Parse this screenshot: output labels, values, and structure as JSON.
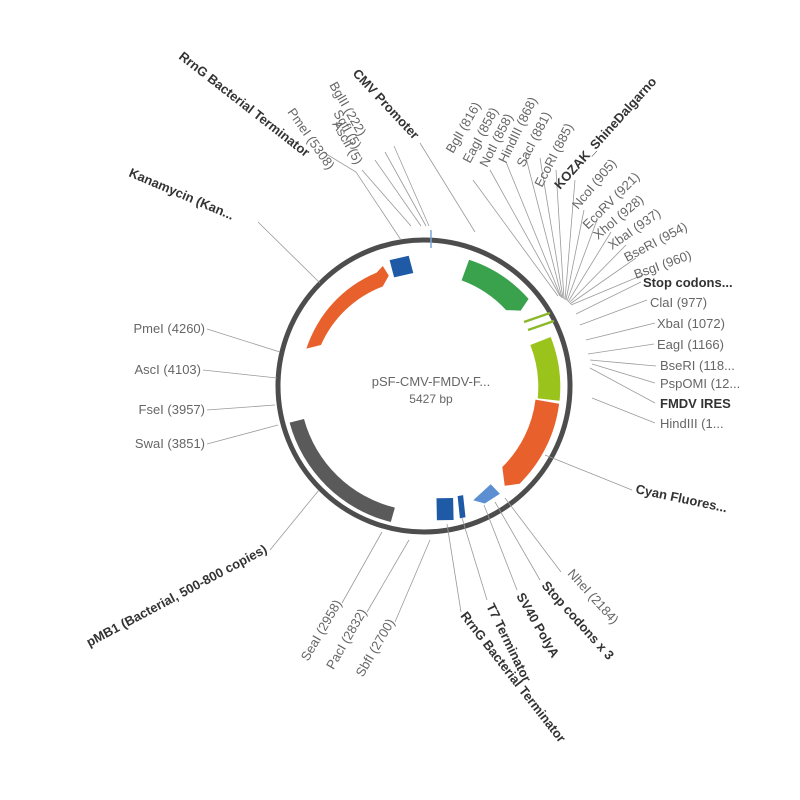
{
  "plasmid": {
    "name": "pSF-CMV-FMDV-F...",
    "size": "5427 bp",
    "backbone_color": "#4d4d4d"
  },
  "features": [
    {
      "id": "cmv-promoter",
      "color": "#3aa14d"
    },
    {
      "id": "kozak-tick-1",
      "color": "#8cb82b"
    },
    {
      "id": "kozak-tick-2",
      "color": "#8cb82b"
    },
    {
      "id": "fmdv-ires",
      "color": "#9ac31c"
    },
    {
      "id": "cyan-fluores",
      "color": "#e8612c"
    },
    {
      "id": "sv40-polya",
      "color": "#5b8fd1"
    },
    {
      "id": "t7-terminator",
      "color": "#1f5aa6"
    },
    {
      "id": "rrng-terminator-bottom",
      "color": "#1f5aa6"
    },
    {
      "id": "pmb1",
      "color": "#5a5a5a"
    },
    {
      "id": "kanamycin",
      "color": "#e8612c"
    },
    {
      "id": "rrng-terminator-top",
      "color": "#1f5aa6"
    }
  ],
  "labels": [
    {
      "id": "rrng-top",
      "text": "RrnG Bacterial Terminator",
      "kind": "feature"
    },
    {
      "id": "pmei-5308",
      "text": "PmeI (5308)",
      "kind": "site"
    },
    {
      "id": "bglii-222",
      "text": "BglII (222)",
      "kind": "site"
    },
    {
      "id": "sgfi-5",
      "text": "SgfI (5)",
      "kind": "site"
    },
    {
      "id": "ascii-5",
      "text": "AsciI (5)",
      "kind": "site"
    },
    {
      "id": "cmv",
      "text": "CMV Promoter",
      "kind": "feature"
    },
    {
      "id": "bgli-816",
      "text": "BglI (816)",
      "kind": "site"
    },
    {
      "id": "eagi-858",
      "text": "EagI (858)",
      "kind": "site"
    },
    {
      "id": "noti-858",
      "text": "NotI (858)",
      "kind": "site"
    },
    {
      "id": "hindiii-868",
      "text": "HindIII (868)",
      "kind": "site"
    },
    {
      "id": "saci-881",
      "text": "SacI (881)",
      "kind": "site"
    },
    {
      "id": "ecori-885",
      "text": "EcoRI (885)",
      "kind": "site"
    },
    {
      "id": "kozak",
      "text": "KOZAK_ShineDalgarno",
      "kind": "feature"
    },
    {
      "id": "ncoi-905",
      "text": "NcoI (905)",
      "kind": "site"
    },
    {
      "id": "ecorv-921",
      "text": "EcoRV (921)",
      "kind": "site"
    },
    {
      "id": "xhoi-928",
      "text": "XhoI (928)",
      "kind": "site"
    },
    {
      "id": "xbai-937",
      "text": "XbaI (937)",
      "kind": "site"
    },
    {
      "id": "bseri-954",
      "text": "BseRI (954)",
      "kind": "site"
    },
    {
      "id": "bsgi-960",
      "text": "BsgI (960)",
      "kind": "site"
    },
    {
      "id": "stop-top",
      "text": "Stop codons...",
      "kind": "feature"
    },
    {
      "id": "clai-977",
      "text": "ClaI (977)",
      "kind": "site"
    },
    {
      "id": "xbai-1072",
      "text": "XbaI (1072)",
      "kind": "site"
    },
    {
      "id": "eagi-1166",
      "text": "EagI (1166)",
      "kind": "site"
    },
    {
      "id": "bseri-118",
      "text": "BseRI (118...",
      "kind": "site"
    },
    {
      "id": "pspomi-12",
      "text": "PspOMI (12...",
      "kind": "site"
    },
    {
      "id": "fmdv",
      "text": "FMDV IRES",
      "kind": "feature"
    },
    {
      "id": "hindiii-1",
      "text": "HindIII (1...",
      "kind": "site"
    },
    {
      "id": "cyan",
      "text": "Cyan Fluores...",
      "kind": "feature"
    },
    {
      "id": "nhei-2184",
      "text": "NheI (2184)",
      "kind": "site"
    },
    {
      "id": "stop-x3",
      "text": "Stop codons x 3",
      "kind": "feature"
    },
    {
      "id": "sv40",
      "text": "SV40 PolyA",
      "kind": "feature"
    },
    {
      "id": "t7",
      "text": "T7 Terminator",
      "kind": "feature"
    },
    {
      "id": "rrng-bottom",
      "text": "RrnG Bacterial Terminator",
      "kind": "feature"
    },
    {
      "id": "sbfi-2700",
      "text": "SbfI (2700)",
      "kind": "site"
    },
    {
      "id": "paci-2832",
      "text": "PacI (2832)",
      "kind": "site"
    },
    {
      "id": "seai-2958",
      "text": "SeaI (2958)",
      "kind": "site"
    },
    {
      "id": "pmb1",
      "text": "pMB1 (Bacterial, 500-800 copies)",
      "kind": "feature"
    },
    {
      "id": "swai-3851",
      "text": "SwaI (3851)",
      "kind": "site"
    },
    {
      "id": "fsei-3957",
      "text": "FseI (3957)",
      "kind": "site"
    },
    {
      "id": "asci-4103",
      "text": "AscI (4103)",
      "kind": "site"
    },
    {
      "id": "pmei-4260",
      "text": "PmeI (4260)",
      "kind": "site"
    },
    {
      "id": "kan",
      "text": "Kanamycin (Kan...",
      "kind": "feature"
    }
  ]
}
